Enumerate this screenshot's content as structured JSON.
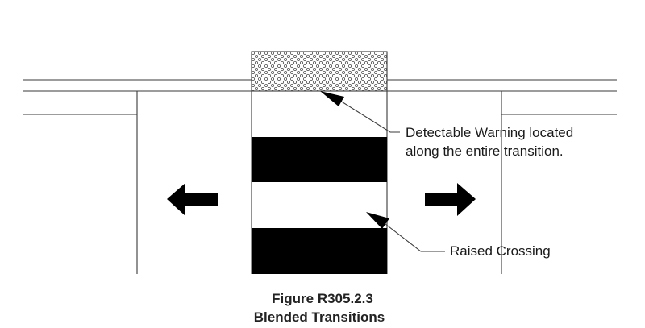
{
  "callouts": {
    "detectable_warning_line1": "Detectable Warning located",
    "detectable_warning_line2": "along the entire transition.",
    "raised_crossing": "Raised Crossing"
  },
  "caption": {
    "figure_number": "Figure R305.2.3",
    "title": "Blended Transitions"
  },
  "colors": {
    "line": "#3a3a3a",
    "bar": "#000000",
    "text": "#1a1a1a"
  }
}
